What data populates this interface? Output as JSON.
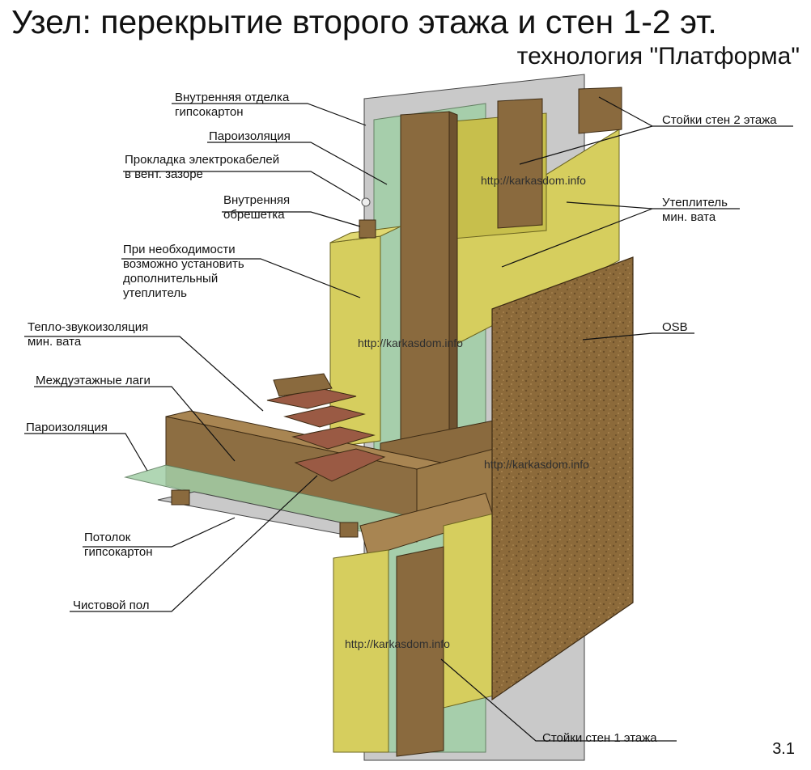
{
  "title": "Узел: перекрытие второго этажа и стен 1-2 эт.",
  "subtitle": "технология \"Платформа\"",
  "figure_number": "3.1",
  "watermark": "http://karkasdom.info",
  "labels": {
    "interior_finish": [
      "Внутренняя отделка",
      "гипсокартон"
    ],
    "vapor_barrier_top": [
      "Пароизоляция"
    ],
    "cable_routing": [
      "Прокладка электрокабелей",
      "в вент. зазоре"
    ],
    "interior_battens": [
      "Внутренняя",
      "обрешетка"
    ],
    "extra_insulation": [
      "При необходимости",
      "возможно установить",
      "дополнительный",
      "утеплитель"
    ],
    "thermal_sound": [
      "Тепло-звукоизоляция",
      "мин. вата"
    ],
    "floor_joists": [
      "Междуэтажные лаги"
    ],
    "vapor_barrier_floor": [
      "Пароизоляция"
    ],
    "ceiling": [
      "Потолок",
      "гипсокартон"
    ],
    "finish_floor": [
      "Чистовой пол"
    ],
    "studs_2": [
      "Стойки стен 2 этажа"
    ],
    "insulation": [
      "Утеплитель",
      "мин. вата"
    ],
    "osb": [
      "OSB"
    ],
    "studs_1": [
      "Стойки стен 1 этажа"
    ]
  },
  "colors": {
    "wood": "#8a6a3e",
    "wood_dark": "#6e5230",
    "wood_light": "#a88552",
    "insulation": "#d4cc5c",
    "insulation_dark": "#b9b044",
    "vapor_film": "#9cc7a2",
    "drywall": "#c8c8c8",
    "osb": "#8c6a3a",
    "floor_board": "#9a5a44"
  }
}
